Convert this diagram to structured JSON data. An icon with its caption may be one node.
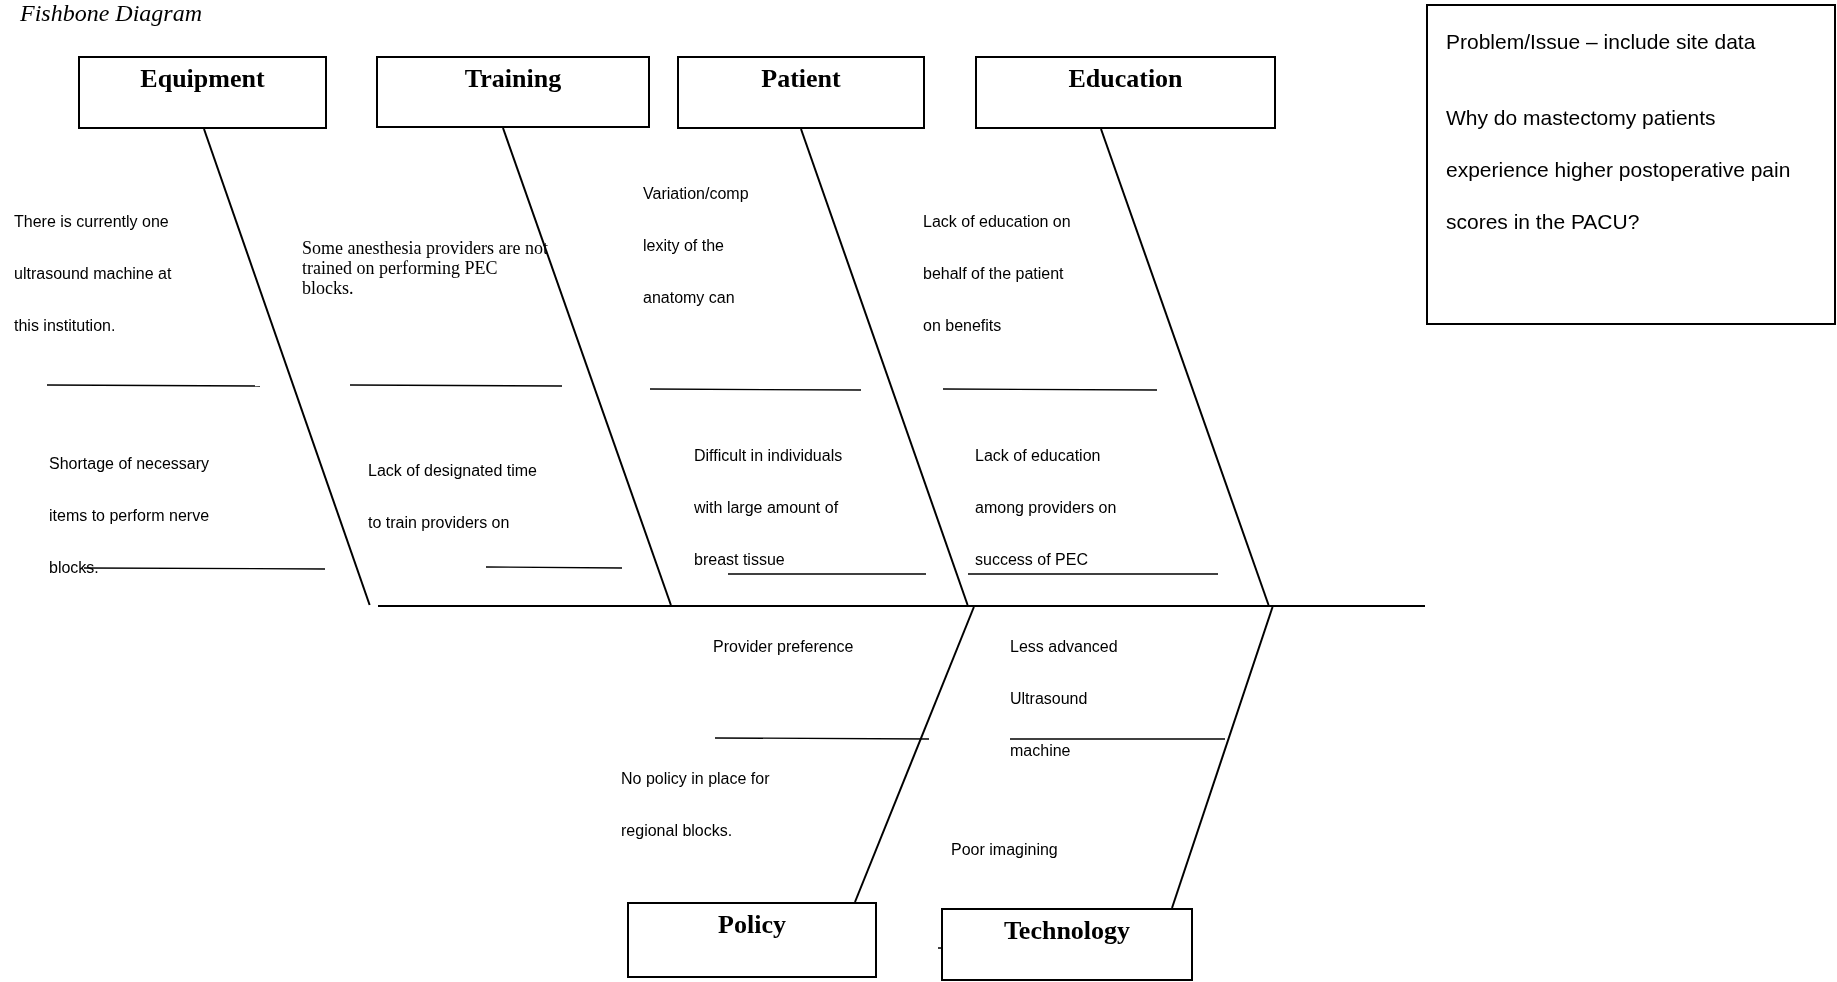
{
  "diagram": {
    "title": "Fishbone Diagram",
    "nodes": [
      {
        "text": [
          "Equipment"
        ]
      },
      {
        "text": [
          "Training"
        ]
      },
      {
        "text": [
          "Patient"
        ]
      },
      {
        "text": [
          "Education"
        ]
      },
      {
        "text": [
          "Problem/Issue – include site data",
          "Why do mastectomy patients experience higher postoperative pain scores in the PACU?"
        ]
      },
      {
        "text": [],
        "shape": "bar"
      },
      {
        "text": [
          "Policy"
        ]
      },
      {
        "text": [
          "Technology"
        ]
      }
    ],
    "edges": [
      {
        "from": 0,
        "to": 5,
        "arrow": "none"
      },
      {
        "from": 1,
        "to": 5,
        "arrow": "none"
      },
      {
        "from": 2,
        "to": 5,
        "arrow": "none"
      },
      {
        "from": 3,
        "to": 5,
        "arrow": "none"
      },
      {
        "from": 6,
        "to": 5,
        "arrow": "none"
      },
      {
        "from": 7,
        "to": 5,
        "arrow": "none"
      }
    ],
    "labels": [
      "Variation/comp lexity of the anatomy can",
      "There is currently one ultrasound machine at this institution.",
      "Lack of education on behalf of the patient on benefits",
      "Some anesthesia providers are not trained on performing PEC blocks.",
      "Difficult in individuals with large amount of breast tissue",
      "Lack of education among providers on success of PEC",
      "Shortage of necessary items to perform nerve blocks.",
      "Lack of designated time to train providers on",
      "Provider preference",
      "Less advanced Ultrasound machine",
      "No policy in place for regional blocks.",
      "Poor imagining"
    ]
  }
}
